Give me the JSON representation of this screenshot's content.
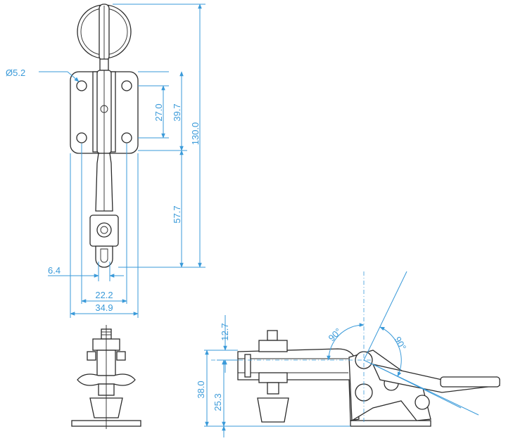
{
  "dimensions": {
    "hole_dia": "Ø5.2",
    "hole_spacing_v": "27.0",
    "plate_height": "39.7",
    "overall_length": "130.0",
    "arm_length": "57.7",
    "slot_width": "6.4",
    "hole_spacing_h": "22.2",
    "plate_width": "34.9",
    "top_offset": "12.7",
    "side_height": "38.0",
    "spindle_height": "25.3",
    "angle_left": "90°",
    "angle_right": "90°"
  },
  "colors": {
    "dimension": "#3a9ad9",
    "outline": "#2b2b2b"
  }
}
